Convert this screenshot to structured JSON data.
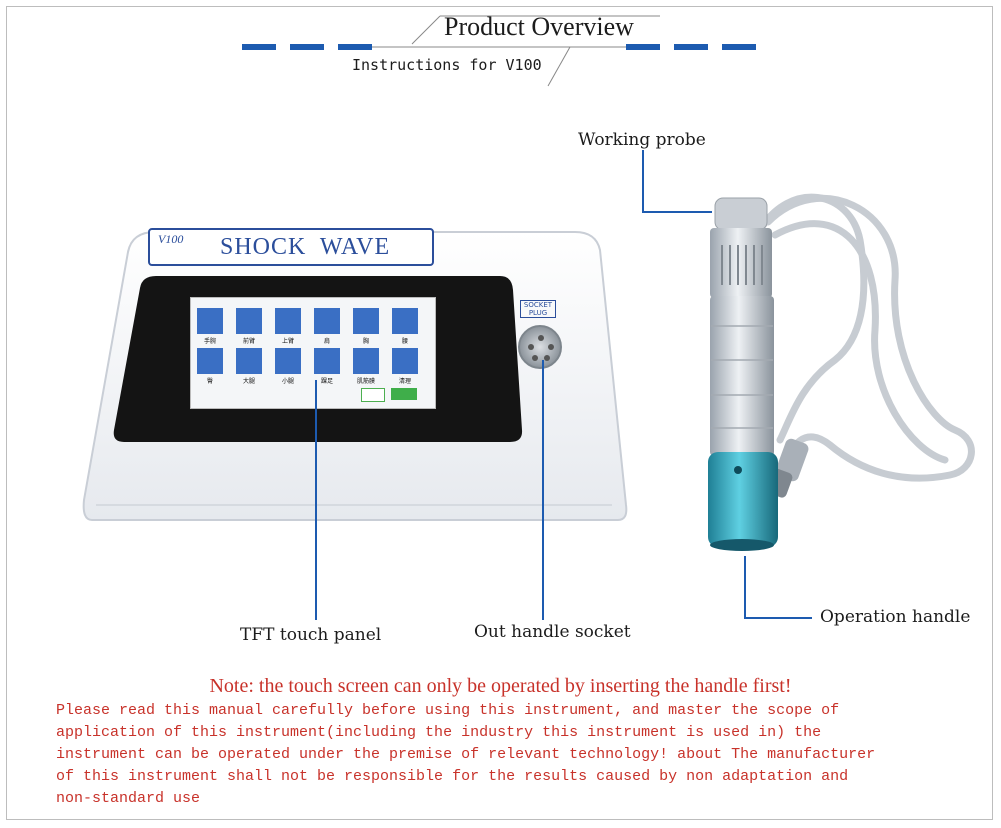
{
  "header": {
    "title": "Product Overview",
    "subtitle": "Instructions for V100"
  },
  "device": {
    "model": "V100",
    "brand_text": "SHOCK  WAVE",
    "socket_tag": "SOCKET PLUG",
    "screen_icons_row1": [
      "手腕",
      "前臂",
      "上臂",
      "肩",
      "胸",
      "腰"
    ],
    "screen_icons_row2": [
      "臀",
      "大腿",
      "小腿",
      "踝足",
      "肌筋膜",
      "清理"
    ]
  },
  "callouts": {
    "working_probe": "Working probe",
    "tft_touch_panel": "TFT touch panel",
    "out_handle_socket": "Out handle socket",
    "operation_handle": "Operation handle"
  },
  "note": "Note: the touch screen can only be operated by inserting the handle first!",
  "paragraph": "Please read this manual carefully before using this instrument, and master the scope of\napplication of this instrument(including the industry this instrument is used in) the\ninstrument can be operated under the premise of relevant technology! about The manufacturer\nof this instrument shall not be responsible for the results caused by non adaptation and\nnon-standard use",
  "colors": {
    "accent_blue": "#1d5bb0",
    "note_red": "#c8322a",
    "handle_teal": "#2aa0b8"
  }
}
